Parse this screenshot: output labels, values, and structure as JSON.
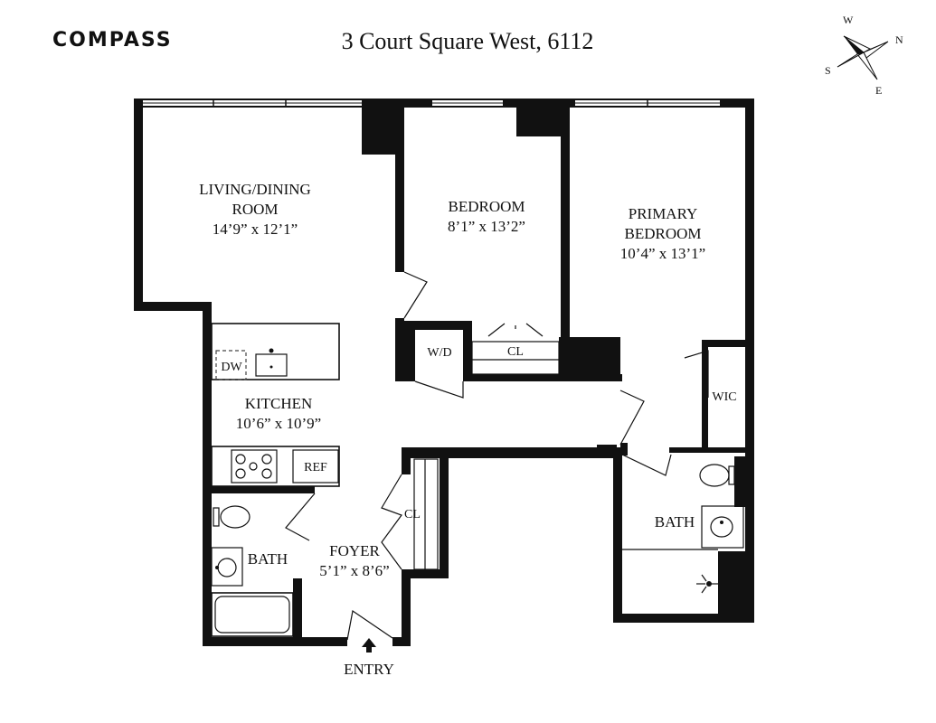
{
  "brand": {
    "logo": "COMPASS"
  },
  "address": "3 Court Square West, 6112",
  "compass": {
    "w": "W",
    "n": "N",
    "s": "S",
    "e": "E"
  },
  "rooms": {
    "living": {
      "line1": "LIVING/DINING",
      "line2": "ROOM",
      "dims": "14’9” x 12’1”"
    },
    "bedroom": {
      "name": "BEDROOM",
      "dims": "8’1” x 13’2”"
    },
    "primary": {
      "line1": "PRIMARY",
      "line2": "BEDROOM",
      "dims": "10’4” x 13’1”"
    },
    "kitchen": {
      "name": "KITCHEN",
      "dims": "10’6” x 10’9”"
    },
    "foyer": {
      "name": "FOYER",
      "dims": "5’1” x 8’6”"
    },
    "bath1": {
      "name": "BATH"
    },
    "bath2": {
      "name": "BATH"
    }
  },
  "fixtures": {
    "dw": "DW",
    "ref": "REF",
    "wd": "W/D",
    "closet": "CL",
    "wic": "WIC"
  },
  "entry": "ENTRY"
}
